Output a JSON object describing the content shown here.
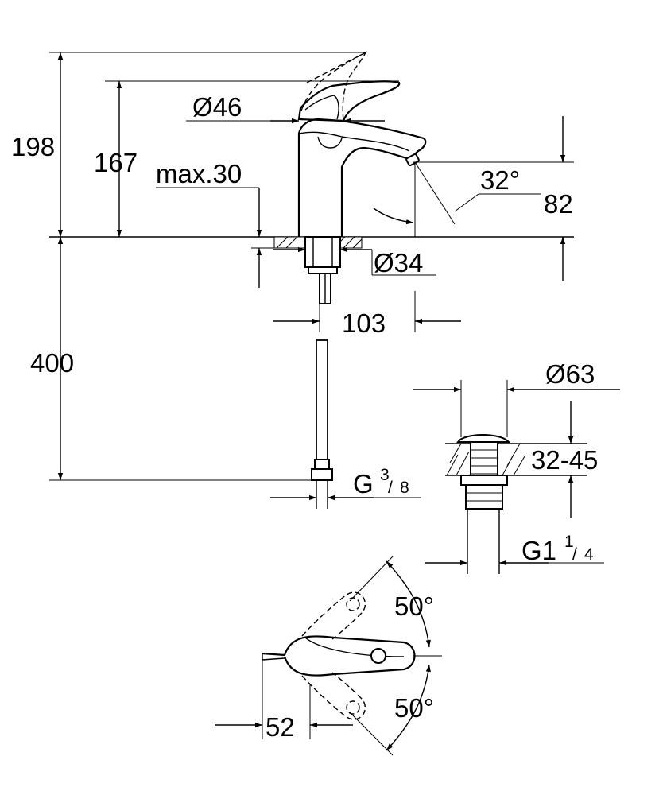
{
  "dimensions": {
    "total_height": "198",
    "lever_height": "167",
    "max_thickness": "max.30",
    "lever_diameter": "Ø46",
    "spout_angle": "32°",
    "spout_height": "82",
    "hole_diameter": "Ø34",
    "projection": "103",
    "hose_length": "400",
    "hose_thread": {
      "prefix": "G",
      "num": "3",
      "den": "8"
    },
    "waste_diameter": "Ø63",
    "waste_range": "32-45",
    "waste_thread": {
      "prefix": "G1",
      "num": "1",
      "den": "4"
    },
    "lever_angle_back": "50°",
    "lever_angle_front": "50°",
    "lever_offset": "52"
  }
}
